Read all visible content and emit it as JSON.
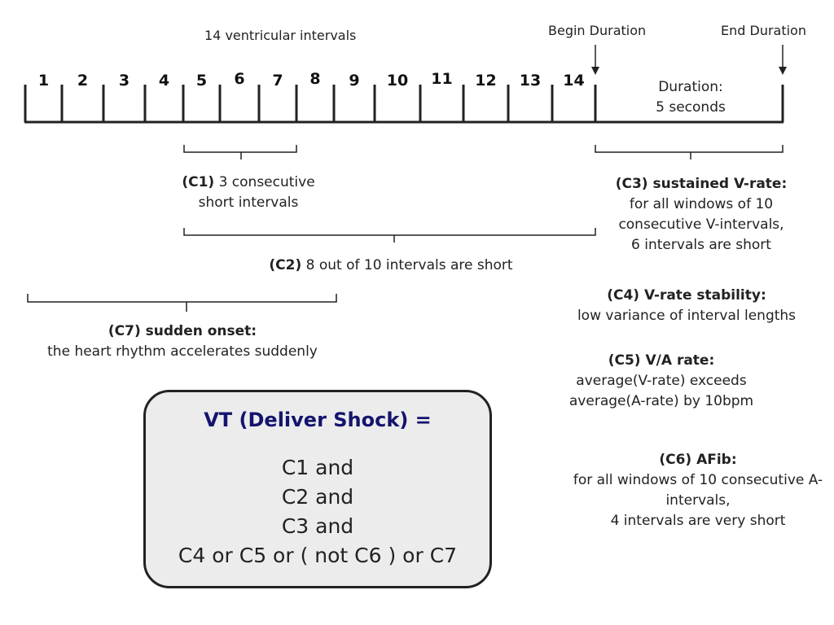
{
  "header": {
    "intervals_label": "14 ventricular intervals",
    "begin_label": "Begin Duration",
    "end_label": "End Duration"
  },
  "timeline": {
    "interval_numbers": [
      "1",
      "2",
      "3",
      "4",
      "5",
      "6",
      "7",
      "8",
      "9",
      "10",
      "11",
      "12",
      "13",
      "14"
    ],
    "duration_label": "Duration:",
    "duration_value": "5 seconds"
  },
  "criteria": {
    "c1": {
      "code": "(C1)",
      "text_line1": "3 consecutive",
      "text_line2": "short intervals"
    },
    "c2": {
      "code": "(C2)",
      "text": "8 out of 10 intervals are short"
    },
    "c3": {
      "title": "(C3) sustained V-rate:",
      "line1": "for all windows of 10",
      "line2": "consecutive V-intervals,",
      "line3": "6 intervals are short"
    },
    "c4": {
      "title": "(C4) V-rate stability:",
      "line1": "low variance of interval lengths"
    },
    "c5": {
      "title": "(C5) V/A rate:",
      "line1": "average(V-rate) exceeds",
      "line2": "average(A-rate) by 10bpm"
    },
    "c6": {
      "title": "(C6) AFib:",
      "line1": "for all windows of 10 consecutive A-",
      "line2": "intervals,",
      "line3": "4 intervals are very short"
    },
    "c7": {
      "title": "(C7) sudden onset:",
      "line1": "the heart rhythm accelerates suddenly"
    }
  },
  "vt_box": {
    "title": "VT (Deliver Shock) =",
    "lines": [
      "C1 and",
      "C2 and",
      "C3 and",
      "C4 or C5 or ( not C6 ) or C7"
    ]
  },
  "colors": {
    "title_blue": "#14146e",
    "line": "#222222",
    "box_fill": "#ececec"
  }
}
